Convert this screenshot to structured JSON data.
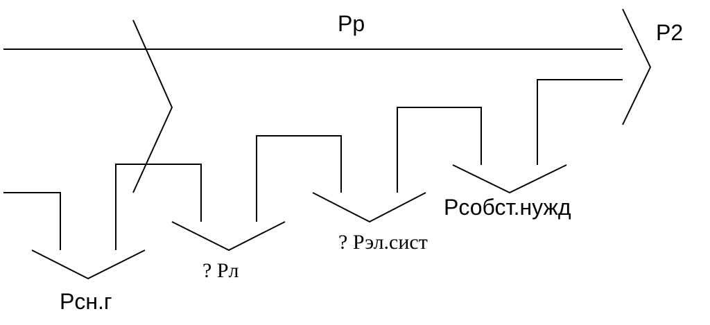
{
  "diagram": {
    "labels": {
      "pp": "Рр",
      "p2": "Р2",
      "psng": "Рсн.г",
      "pl": "? Рл",
      "pel_sist": "? Рэл.сист",
      "psobst_nuzhd": "Рсобст.нужд"
    },
    "colors": {
      "stroke": "#000000",
      "background": "#ffffff"
    }
  }
}
